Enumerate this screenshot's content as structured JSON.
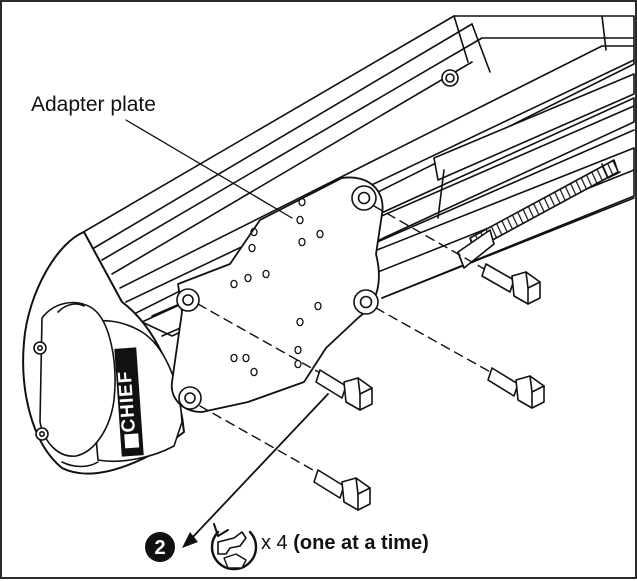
{
  "callouts": {
    "adapter_plate": "Adapter plate"
  },
  "instruction": {
    "step_number": "2",
    "quantity": "x 4",
    "note": "(one at a time)"
  },
  "brand": {
    "logo_text": "CHIEF"
  },
  "icons": [
    "step-number-icon",
    "wrench-rotate-icon",
    "hex-bolt-icon",
    "arrow-icon"
  ],
  "colors": {
    "line": "#111111",
    "background": "#ffffff",
    "badge": "#111111"
  }
}
